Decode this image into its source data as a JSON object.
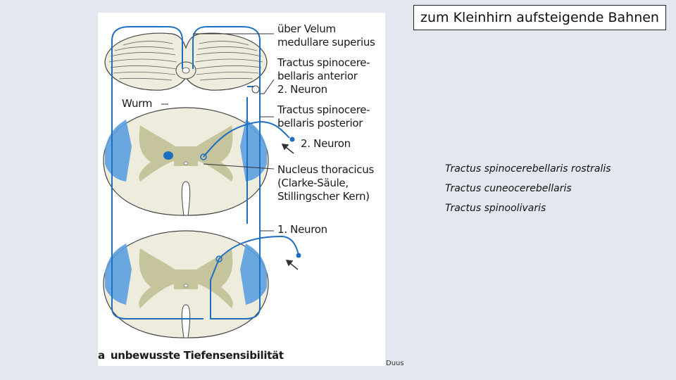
{
  "title": "zum Kleinhirn aufsteigende Bahnen",
  "figure": {
    "labels": {
      "velum": [
        "über Velum",
        "medullare superius"
      ],
      "anterior": [
        "Tractus spinocere-",
        "bellaris anterior",
        "2. Neuron"
      ],
      "wurm": "Wurm",
      "posterior": [
        "Tractus spinocere-",
        "bellaris posterior"
      ],
      "neuron2": "2. Neuron",
      "nucleus": [
        "Nucleus thoracicus",
        "(Clarke-Säule,",
        "Stillingscher Kern)"
      ],
      "neuron1": "1. Neuron"
    },
    "caption_letter": "a",
    "caption_text": "unbewusste Tiefensensibilität"
  },
  "side_list": [
    "Tractus spinocerebellaris rostralis",
    "Tractus cuneocerebellaris",
    "Tractus spinoolivaris"
  ],
  "credit": "Duus",
  "colors": {
    "pathway": "#1f6fc1",
    "white_matter_blue": "#5b9fe0",
    "gray_matter": "#c5c49d",
    "tissue": "#eeecdc",
    "outline": "#444444"
  }
}
